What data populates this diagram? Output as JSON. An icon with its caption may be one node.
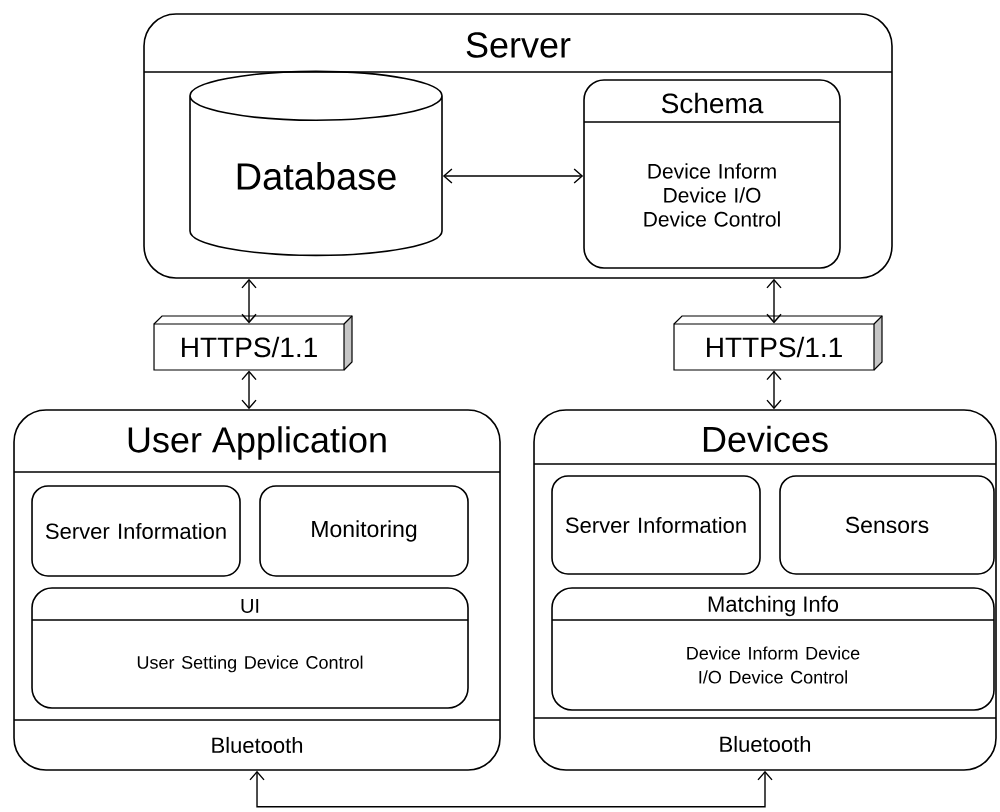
{
  "diagram": {
    "nodes": [
      {
        "text": [
          "Server"
        ]
      },
      {
        "text": [
          "Database"
        ],
        "in": 0
      },
      {
        "text": [
          "Schema",
          "Device Inform Device I/O Device Control"
        ],
        "in": 0
      },
      {
        "text": [
          "HTTPS/1.1"
        ]
      },
      {
        "text": [
          "HTTPS/1.1"
        ]
      },
      {
        "text": [
          "User Application"
        ]
      },
      {
        "text": [
          "Server Information"
        ],
        "in": 5
      },
      {
        "text": [
          "Monitoring"
        ],
        "in": 5
      },
      {
        "text": [
          "UI",
          "User Setting Device Control"
        ],
        "in": 5
      },
      {
        "text": [
          "Bluetooth"
        ],
        "in": 5
      },
      {
        "text": [
          "Devices"
        ]
      },
      {
        "text": [
          "Server Information"
        ],
        "in": 10
      },
      {
        "text": [
          "Sensors"
        ],
        "in": 10
      },
      {
        "text": [
          "Matching Info",
          "Device Inform Device I/O Device Control"
        ],
        "in": 10
      },
      {
        "text": [
          "Bluetooth"
        ],
        "in": 10
      }
    ],
    "edges": [
      {
        "from": 1,
        "to": 2,
        "arrow": "both"
      },
      {
        "from": 0,
        "to": 3,
        "arrow": "both"
      },
      {
        "from": 3,
        "to": 5,
        "arrow": "both"
      },
      {
        "from": 0,
        "to": 4,
        "arrow": "both"
      },
      {
        "from": 4,
        "to": 10,
        "arrow": "both"
      },
      {
        "from": 9,
        "to": 14,
        "arrow": "both"
      }
    ]
  }
}
